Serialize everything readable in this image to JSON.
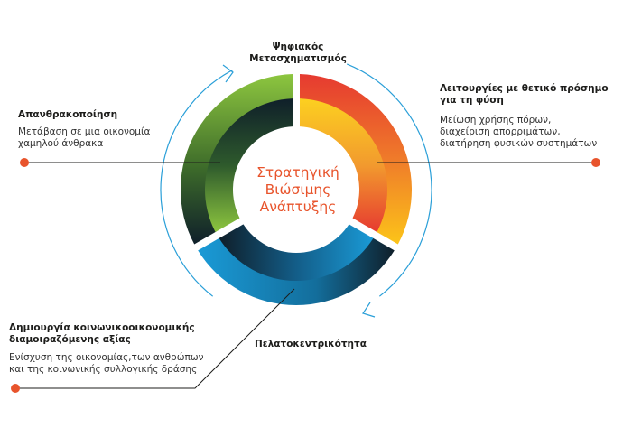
{
  "center_title": [
    "Στρατηγική",
    "Βιώσιμης",
    "Ανάπτυξης"
  ],
  "top_label": [
    "Ψηφιακός",
    "Μετασχηματισμός"
  ],
  "right_block": {
    "heading": [
      "Λειτουργίες με θετικό πρόσημο",
      "για τη φύση"
    ],
    "body": [
      "Μείωση χρήσης πόρων,",
      "διαχείριση απορριμάτων,",
      "διατήρηση φυσικών συστημάτων"
    ]
  },
  "left_block": {
    "heading": "Απανθρακοποίηση",
    "body": [
      "Μετάβαση σε μια οικονομία",
      "χαμηλού άνθρακα"
    ]
  },
  "bottom_block": {
    "heading": [
      "Δημιουργία κοινωνικοοικονομικής",
      "διαμοιραζόμενης αξίας"
    ],
    "body": [
      "Ενίσχυση της οικονομίας,των ανθρώπων",
      "και της κοινωνικής συλλογικής δράσης"
    ]
  },
  "bottom_label": "Πελατοκεντρικότητα",
  "colors": {
    "accent": "#e8542c",
    "green": "#8dc63f",
    "red": "#e63a30",
    "yellow": "#fcc419",
    "blue": "#1a9ad6",
    "dark": "#0f1f2a",
    "arrow": "#2a9fd8"
  }
}
